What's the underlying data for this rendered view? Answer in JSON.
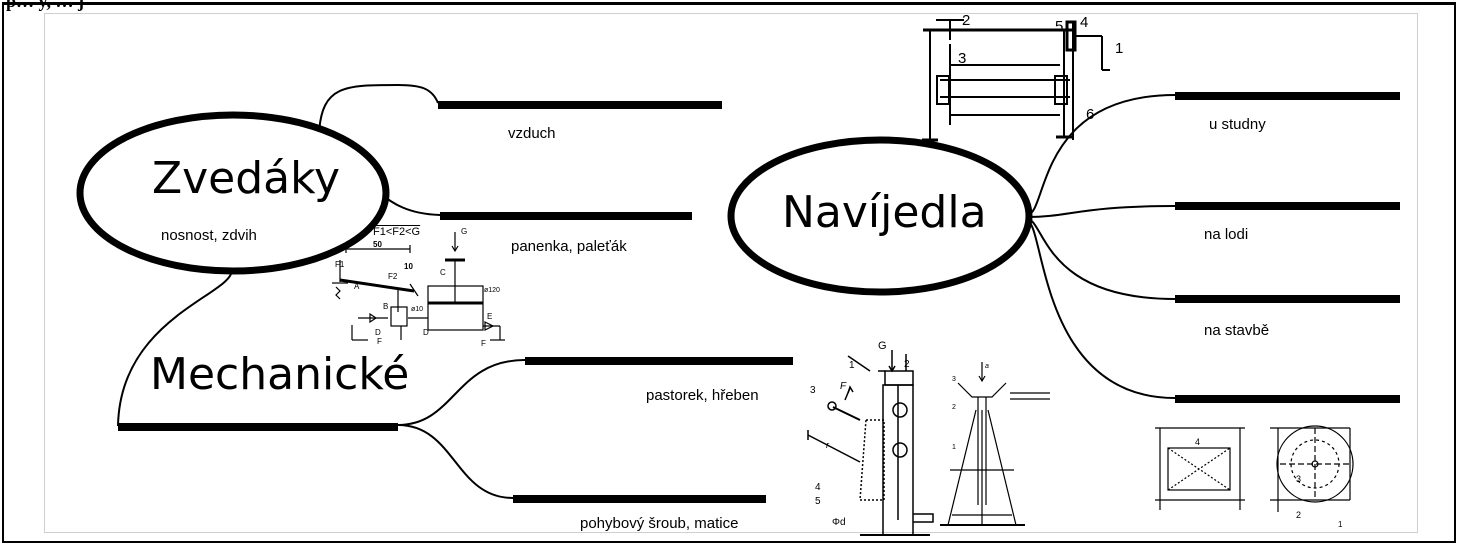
{
  "header": {
    "partial_text": "p… y, … j"
  },
  "nodes": {
    "zvedaky": {
      "title": "Zvedáky",
      "subtitle": "nosnost, zdvih"
    },
    "navijedla": {
      "title": "Navíjedla"
    },
    "mechanicke": {
      "title": "Mechanické"
    }
  },
  "branches": {
    "vzduch": "vzduch",
    "panenka": "panenka, paleťák",
    "pastorek": "pastorek, hřeben",
    "sroub": "pohybový šroub, matice",
    "studna": "u studny",
    "lod": "na lodi",
    "stavba": "na stavbě",
    "empty": ""
  },
  "figures": {
    "hydraulic": {
      "formula": "F1<F2<G",
      "labels": [
        "50",
        "10",
        "F1",
        "F2",
        "G",
        "A",
        "B",
        "C",
        "D",
        "D",
        "E",
        "F",
        "F",
        "ø10",
        "ø120"
      ]
    },
    "winch": {
      "labels": [
        "2",
        "5",
        "4",
        "3",
        "1",
        "6"
      ]
    },
    "rack_jack": {
      "labels": [
        "1",
        "G",
        "2",
        "3",
        "F",
        "r",
        "4",
        "5",
        "Φd"
      ]
    },
    "screw_jack": {
      "labels": [
        "3",
        "a",
        "2",
        "1"
      ]
    },
    "drum": {
      "labels": [
        "4",
        "3",
        "2",
        "1"
      ]
    }
  },
  "colors": {
    "line": "#000000",
    "background": "#ffffff",
    "frame_inner": "#cfcfcf"
  }
}
